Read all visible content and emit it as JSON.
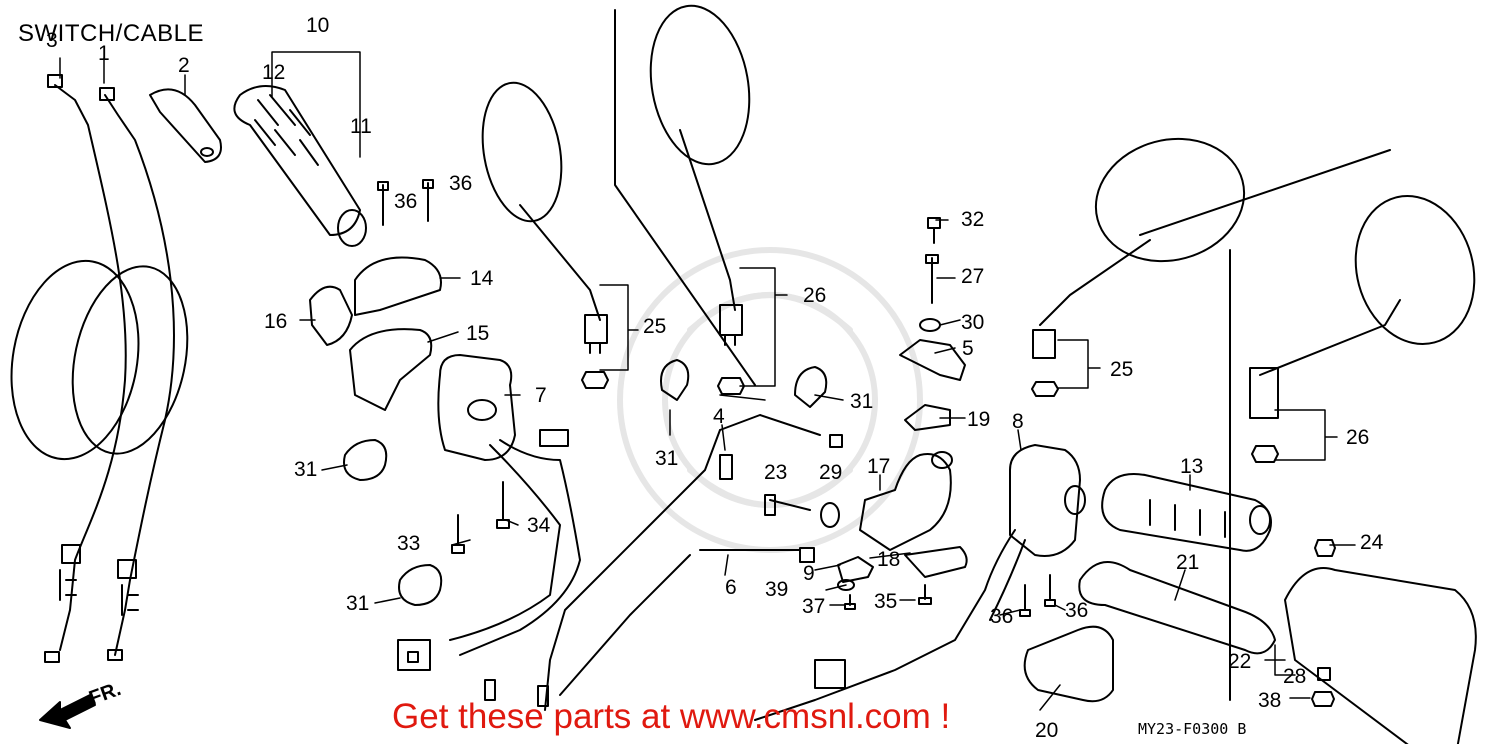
{
  "title": "SWITCH/CABLE",
  "banner": "Get these parts at www.cmsnl.com !",
  "diagram_code": "MY23-F0300",
  "diagram_suffix": "B",
  "direction_label": "FR.",
  "callouts": [
    "1",
    "2",
    "3",
    "4",
    "5",
    "6",
    "7",
    "8",
    "9",
    "10",
    "11",
    "12",
    "13",
    "14",
    "15",
    "16",
    "17",
    "18",
    "19",
    "20",
    "21",
    "22",
    "23",
    "24",
    "25",
    "26",
    "27",
    "28",
    "29",
    "30",
    "31",
    "32",
    "33",
    "34",
    "35",
    "36",
    "37",
    "38",
    "39"
  ]
}
